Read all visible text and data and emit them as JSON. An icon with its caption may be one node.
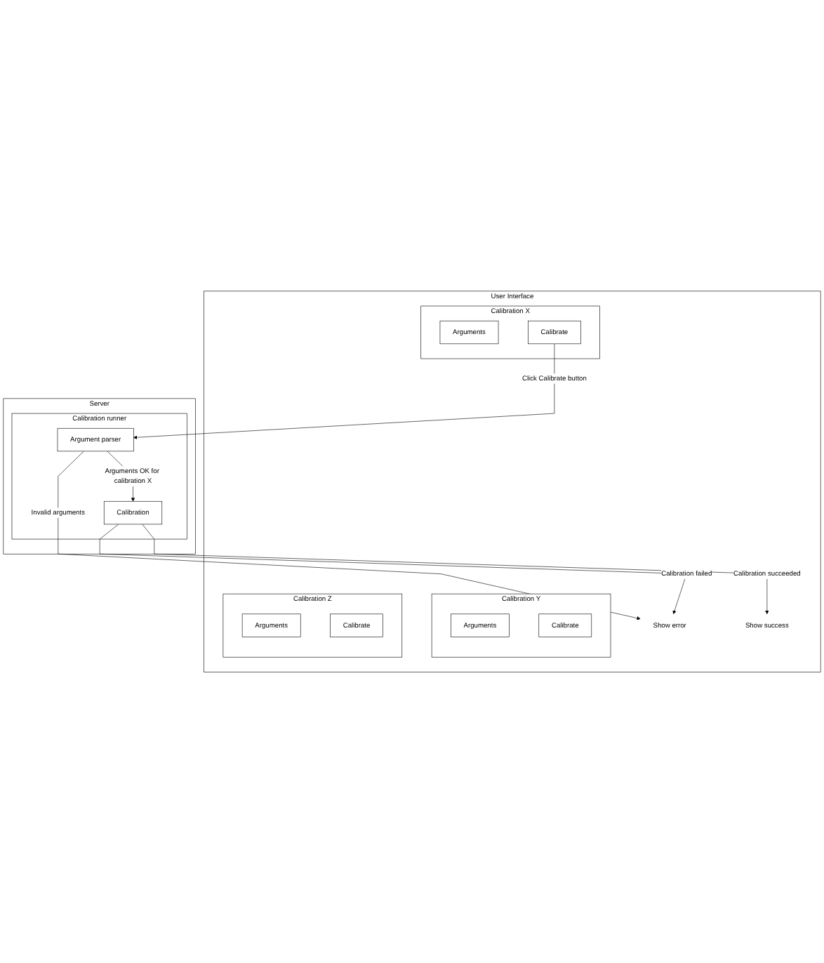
{
  "diagram": {
    "nodes": [
      {
        "text": [
          "User Interface"
        ]
      },
      {
        "text": [
          "Calibration X"
        ],
        "in": 0
      },
      {
        "text": [
          "Arguments"
        ],
        "in": 1
      },
      {
        "text": [
          "Calibrate"
        ],
        "in": 1
      },
      {
        "text": [
          "Calibration Y"
        ],
        "in": 0
      },
      {
        "text": [
          "Arguments"
        ],
        "in": 4
      },
      {
        "text": [
          "Calibrate"
        ],
        "in": 4
      },
      {
        "text": [
          "Calibration Z"
        ],
        "in": 0
      },
      {
        "text": [
          "Arguments"
        ],
        "in": 7
      },
      {
        "text": [
          "Calibrate"
        ],
        "in": 7
      },
      {
        "text": [
          "Show error"
        ],
        "in": 0
      },
      {
        "text": [
          "Show success"
        ],
        "in": 0
      },
      {
        "text": [
          "Server"
        ]
      },
      {
        "text": [
          "Calibration runner"
        ],
        "in": 12
      },
      {
        "text": [
          "Argument parser"
        ],
        "in": 13
      },
      {
        "text": [
          "Calibration"
        ],
        "in": 13
      }
    ],
    "edges": [
      {
        "from": 3,
        "to": 14,
        "arrow": "to",
        "label": "Click Calibrate button"
      },
      {
        "from": 14,
        "to": 15,
        "arrow": "to",
        "label": "Arguments OK for calibration X"
      },
      {
        "from": 14,
        "to": 10,
        "arrow": "to",
        "label": "Invalid arguments"
      },
      {
        "from": 15,
        "to": 10,
        "arrow": "to",
        "label": "Calibration failed"
      },
      {
        "from": 15,
        "to": 11,
        "arrow": "to",
        "label": "Calibration succeeded"
      }
    ]
  }
}
